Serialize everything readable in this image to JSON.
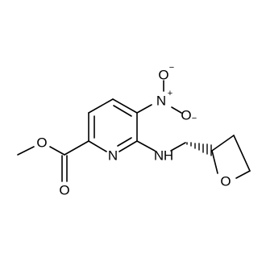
{
  "molecule": {
    "atoms": {
      "nitro_o_top": "O",
      "nitro_o_top_charge": "−",
      "nitro_n": "N",
      "nitro_n_charge": "+",
      "nitro_o_right": "O",
      "nitro_o_right_charge": "−",
      "ring_n": "N",
      "amine_nh": "N",
      "amine_h": "H",
      "ester_o_single": "O",
      "ester_o_double": "O",
      "oxetane_o": "O"
    },
    "colors": {
      "bond": "#000000",
      "text": "#000000",
      "background": "#ffffff"
    }
  }
}
